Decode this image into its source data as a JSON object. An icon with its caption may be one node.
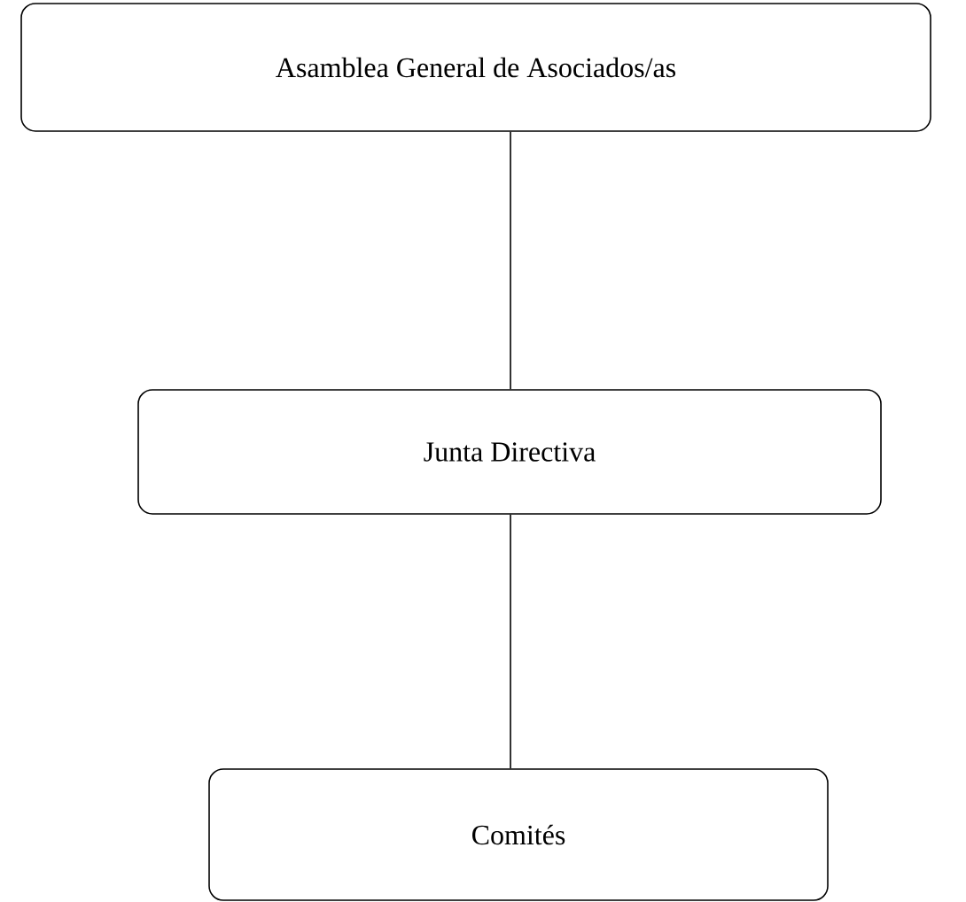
{
  "diagram": {
    "nodes": [
      {
        "text": [
          "Asamblea General de Asociados/as"
        ]
      },
      {
        "text": [
          "Junta Directiva"
        ]
      },
      {
        "text": [
          "Comités"
        ]
      }
    ],
    "edges": [
      {
        "from": 0,
        "to": 1,
        "arrow": "none"
      },
      {
        "from": 1,
        "to": 2,
        "arrow": "none"
      }
    ]
  }
}
